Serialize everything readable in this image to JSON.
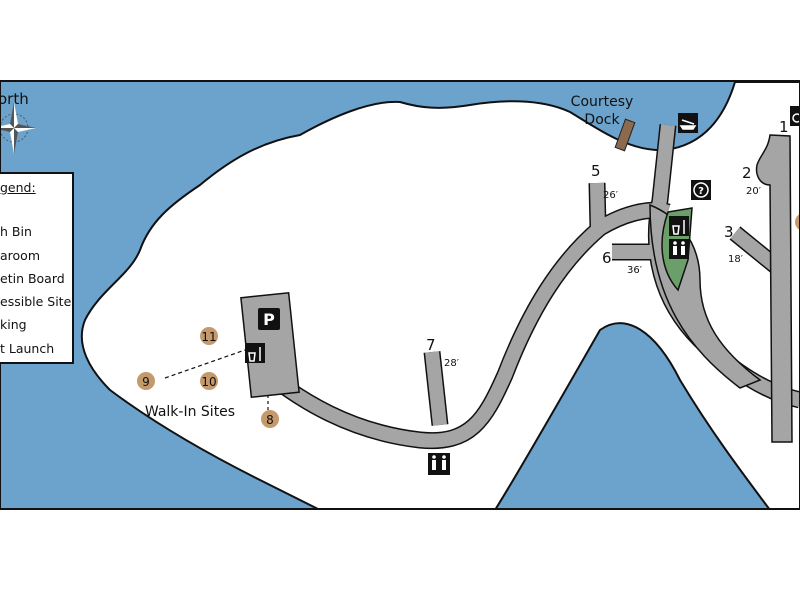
{
  "colors": {
    "water": "#6ca3cc",
    "land": "#ffffff",
    "road": "#a5a5a5",
    "site_marker": "#c49a6c",
    "green_area": "#6a9f6a",
    "dock": "#8b6a4e"
  },
  "compass": {
    "label": "orth",
    "icon": "compass-rose-icon"
  },
  "legend": {
    "title": "gend:",
    "items": [
      "h Bin",
      "aroom",
      "etin Board",
      "essible Site",
      "king",
      "t Launch"
    ]
  },
  "places": {
    "courtesy_dock_line1": "Courtesy",
    "courtesy_dock_line2": "Dock",
    "walk_in": "Walk-In Sites"
  },
  "sites": [
    {
      "number": "1",
      "length": ""
    },
    {
      "number": "2",
      "length": "20′"
    },
    {
      "number": "3",
      "length": "18′"
    },
    {
      "number": "5",
      "length": "26′"
    },
    {
      "number": "6",
      "length": "36′"
    },
    {
      "number": "7",
      "length": "28′"
    }
  ],
  "walk_in_sites": [
    "8",
    "9",
    "10",
    "11"
  ],
  "icons": [
    "boat-launch-icon",
    "accessible-site-icon",
    "bulletin-board-icon",
    "trash-bin-icon",
    "restroom-icon",
    "parking-icon"
  ],
  "parking_label": "P"
}
